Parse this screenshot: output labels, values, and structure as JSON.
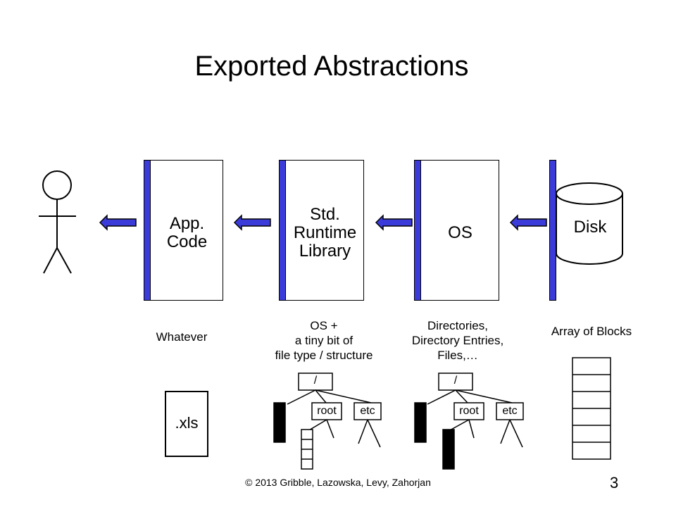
{
  "slide": {
    "title": "Exported Abstractions",
    "footer": "© 2013 Gribble, Lazowska, Levy, Zahorjan",
    "page_number": "3"
  },
  "layers": [
    {
      "label_line1": "App.",
      "label_line2": "Code",
      "label_line3": ""
    },
    {
      "label_line1": "Std.",
      "label_line2": "Runtime",
      "label_line3": "Library"
    },
    {
      "label_line1": "OS",
      "label_line2": "",
      "label_line3": ""
    },
    {
      "label_line1": "Disk",
      "label_line2": "",
      "label_line3": ""
    }
  ],
  "captions": [
    {
      "line1": "Whatever",
      "line2": "",
      "line3": ""
    },
    {
      "line1": "OS +",
      "line2": "a tiny bit of",
      "line3": "file type / structure"
    },
    {
      "line1": "Directories,",
      "line2": "Directory Entries,",
      "line3": "Files,…"
    },
    {
      "line1": "Array of Blocks",
      "line2": "",
      "line3": ""
    }
  ],
  "file_icon_label": ".xls",
  "tree_labels": {
    "root_node": "/",
    "child_root": "root",
    "child_etc": "etc"
  },
  "colors": {
    "accent_blue": "#3b3bd9"
  }
}
